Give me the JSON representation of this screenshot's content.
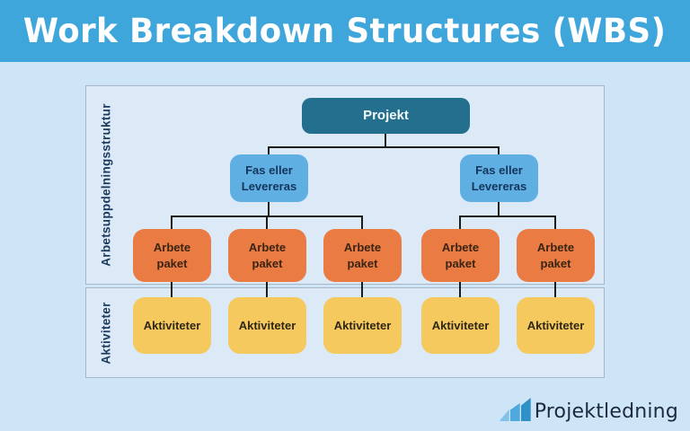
{
  "header": {
    "title": "Work Breakdown Structures (WBS)"
  },
  "diagram": {
    "sections": {
      "structure": {
        "label": "Arbetsuppdelningsstruktur"
      },
      "activities": {
        "label": "Aktiviteter"
      }
    },
    "nodes": {
      "project": {
        "label": "Projekt",
        "color": "#256F8E"
      },
      "phase": {
        "label": "Fas eller\nLevereras",
        "color": "#5FAFE2",
        "count": 2
      },
      "work_package": {
        "label": "Arbete\npaket",
        "color": "#E97B43",
        "count": 5
      },
      "activity": {
        "label": "Aktiviteter",
        "color": "#F6C95F",
        "count": 5
      }
    }
  },
  "brand": {
    "name": "Projektledning",
    "icon": "growth-chart-icon",
    "icon_colors": [
      "#7FC3EA",
      "#4FA9DE",
      "#2F91C8"
    ]
  },
  "colors": {
    "header_bg": "#3FA6DC",
    "header_text": "#FFFFFF",
    "page_bg": "#CDE5F7",
    "panel_bg": "#DCE9F7",
    "panel_border": "#A9B6C8",
    "connector": "#1D1D1B",
    "section_label_text": "#1C3A5E"
  }
}
